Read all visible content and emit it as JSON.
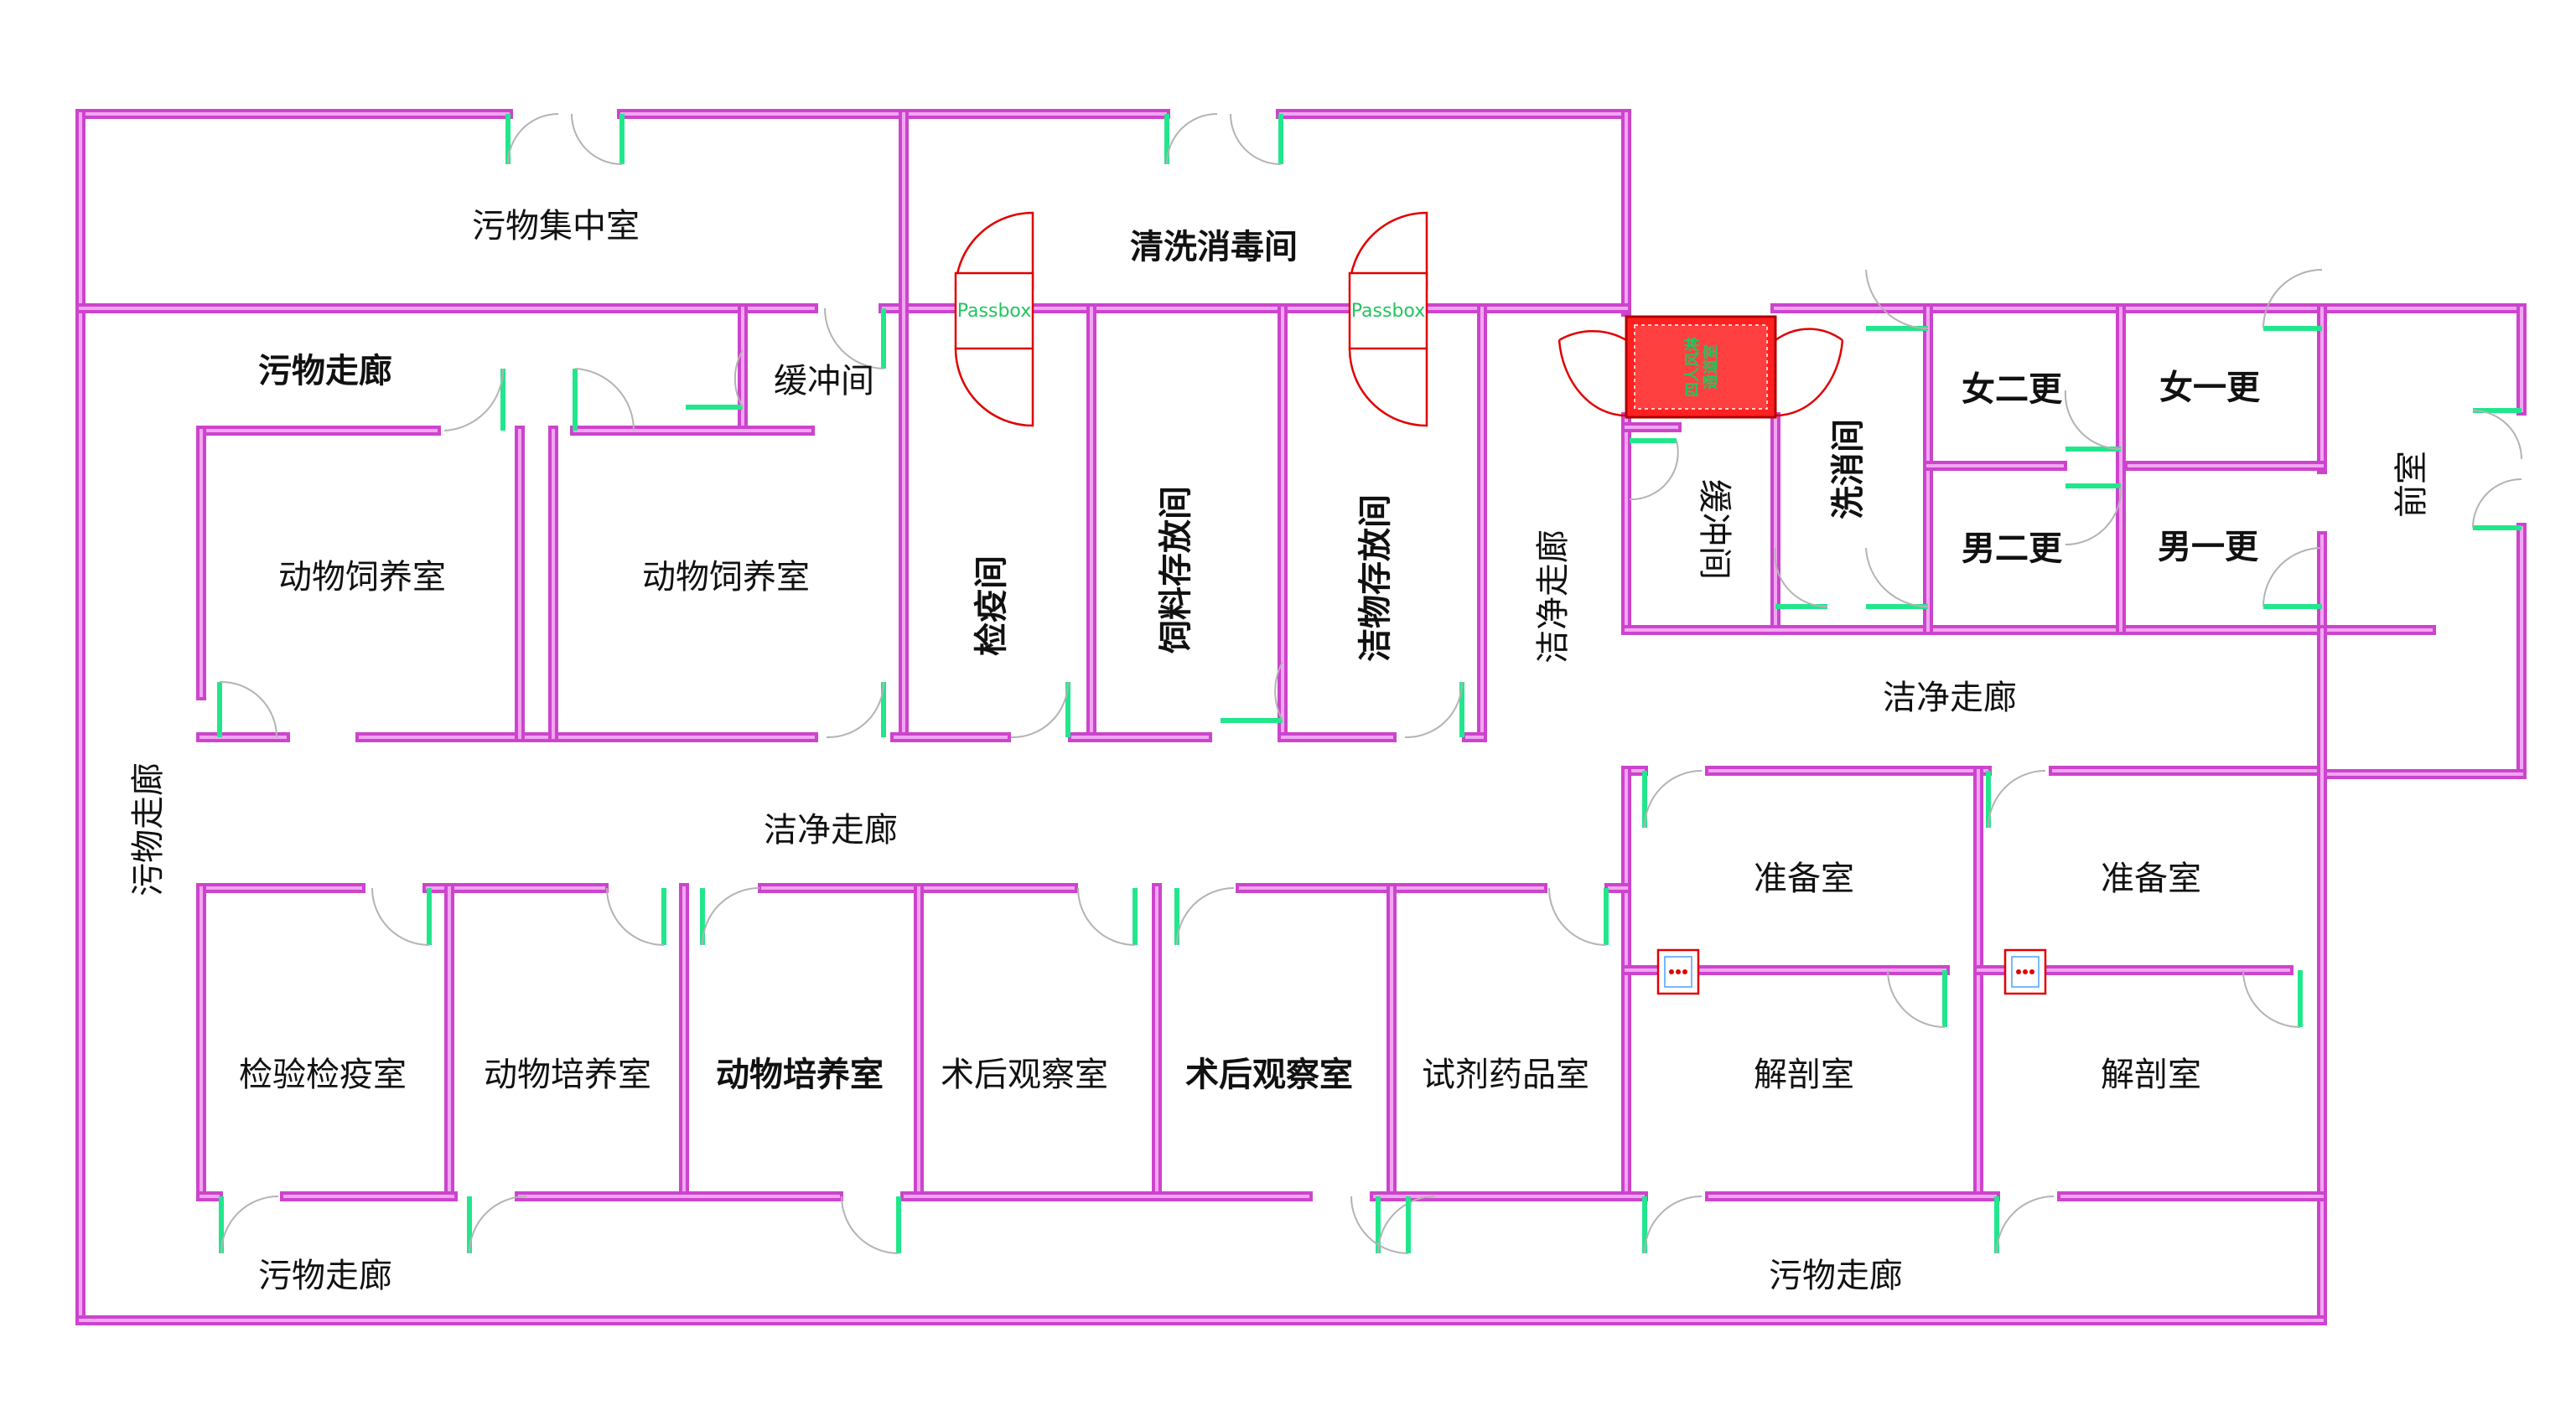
{
  "colors": {
    "wall": "#cc44cc",
    "wall_core": "#f2a5f2",
    "door_leaf": "#22e68c",
    "arc": "#b3b3b3",
    "equipment": "#e00000",
    "equipment_text": "#22c55e"
  },
  "rooms": {
    "waste_collection": "污物集中室",
    "cleaning_disinfection": "清洗消毒间",
    "dirty_corridor_top": "污物走廊",
    "buffer_top": "缓冲间",
    "breeding_1": "动物饲养室",
    "breeding_2": "动物饲养室",
    "quarantine": "检疫间",
    "feed_storage": "饲料存放间",
    "clean_storage": "洁物存放间",
    "clean_corridor_vertical": "洁净走廊",
    "buffer_right": "缓冲间",
    "wash_room": "洗消间",
    "female_change_2": "女二更",
    "female_change_1": "女一更",
    "male_change_2": "男二更",
    "male_change_1": "男一更",
    "front_room": "前室",
    "clean_corridor_right": "洁净走廊",
    "dirty_corridor_left": "污物走廊",
    "clean_corridor_main": "洁净走廊",
    "prep_room_1": "准备室",
    "prep_room_2": "准备室",
    "inspection": "检验检疫室",
    "culture_1": "动物培养室",
    "culture_2": "动物培养室",
    "postop_1": "术后观察室",
    "postop_2": "术后观察室",
    "reagent": "试剂药品室",
    "dissection_1": "解剖室",
    "dissection_2": "解剖室",
    "dirty_corridor_bottom_left": "污物走廊",
    "dirty_corridor_bottom_right": "污物走廊"
  },
  "equipment": {
    "passbox_1": "Passbox",
    "passbox_2": "Passbox",
    "air_shower_line1": "四人风淋",
    "air_shower_line2": "通道室"
  }
}
